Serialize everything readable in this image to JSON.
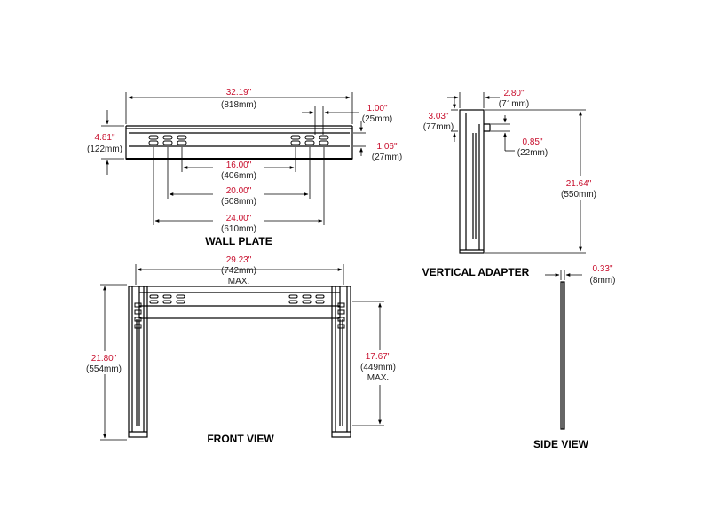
{
  "views": {
    "wall_plate": "WALL PLATE",
    "vertical_adapter": "VERTICAL ADAPTER",
    "front_view": "FRONT VIEW",
    "side_view": "SIDE VIEW"
  },
  "dimensions": {
    "wp_width": {
      "inches": "32.19\"",
      "mm": "(818mm)"
    },
    "wp_height": {
      "inches": "4.81\"",
      "mm": "(122mm)"
    },
    "wp_top_offset": {
      "inches": "1.00\"",
      "mm": "(25mm)"
    },
    "wp_depth": {
      "inches": "1.06\"",
      "mm": "(27mm)"
    },
    "wp_16": {
      "inches": "16.00\"",
      "mm": "(406mm)"
    },
    "wp_20": {
      "inches": "20.00\"",
      "mm": "(508mm)"
    },
    "wp_24": {
      "inches": "24.00\"",
      "mm": "(610mm)"
    },
    "va_width": {
      "inches": "2.80\"",
      "mm": "(71mm)"
    },
    "va_top": {
      "inches": "3.03\"",
      "mm": "(77mm)"
    },
    "va_hook": {
      "inches": "0.85\"",
      "mm": "(22mm)"
    },
    "va_height": {
      "inches": "21.64\"",
      "mm": "(550mm)"
    },
    "fv_width": {
      "inches": "29.23\"",
      "mm": "(742mm)",
      "note": "MAX."
    },
    "fv_height": {
      "inches": "21.80\"",
      "mm": "(554mm)"
    },
    "fv_vertical": {
      "inches": "17.67\"",
      "mm": "(449mm)",
      "note": "MAX."
    },
    "sv_depth": {
      "inches": "0.33\"",
      "mm": "(8mm)"
    }
  },
  "colors": {
    "inch_text": "#c8102e",
    "line": "#000000"
  }
}
